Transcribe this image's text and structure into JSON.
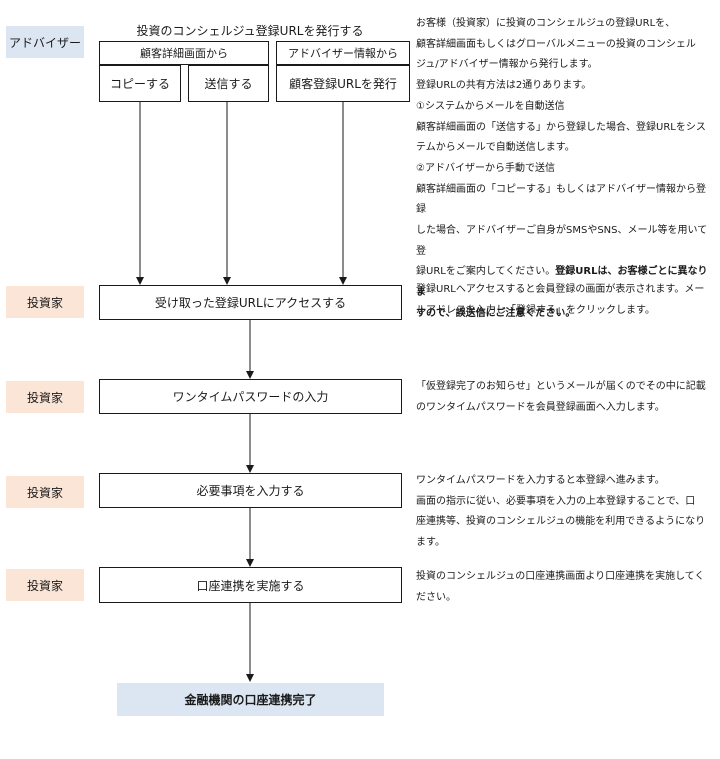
{
  "roles": {
    "advisor": "アドバイザー",
    "investor": "投資家"
  },
  "top_title": "投資のコンシェルジュ登録URLを発行する",
  "issue": {
    "from_customer_detail": "顧客詳細画面から",
    "from_advisor_info": "アドバイザー情報から",
    "copy": "コピーする",
    "send": "送信する",
    "issue_customer_url": "顧客登録URLを発行"
  },
  "steps": {
    "access": "受け取った登録URLにアクセスする",
    "otp": "ワンタイムパスワードの入力",
    "required": "必要事項を入力する",
    "link": "口座連携を実施する",
    "complete": "金融機関の口座連携完了"
  },
  "notes": {
    "advisor": [
      "お客様（投資家）に投資のコンシェルジュの登録URLを、",
      "顧客詳細画面もしくはグローバルメニューの投資のコンシェル",
      "ジュ/アドバイザー情報から発行します。",
      "登録URLの共有方法は2通りあります。",
      "①システムからメールを自動送信",
      "顧客詳細画面の「送信する」から登録した場合、登録URLをシス",
      "テムからメールで自動送信します。",
      "②アドバイザーから手動で送信",
      "顧客詳細画面の「コピーする」もしくはアドバイザー情報から登録",
      "した場合、アドバイザーご自身がSMSやSNS、メール等を用いて登"
    ],
    "advisor_tail_plain": "録URLをご案内してください。",
    "advisor_tail_bold_1": "登録URLは、お客様ごとに異なりま",
    "advisor_tail_bold_2": "すので、誤送信にご注意ください。",
    "access": [
      "登録URLへアクセスすると会員登録の画面が表示されます。メー",
      "ルアドレスを入力し「登録する」をクリックします。"
    ],
    "otp": [
      "「仮登録完了のお知らせ」というメールが届くのでその中に記載",
      "のワンタイムパスワードを会員登録画面へ入力します。"
    ],
    "required": [
      "ワンタイムパスワードを入力すると本登録へ進みます。",
      "画面の指示に従い、必要事項を入力の上本登録することで、口",
      "座連携等、投資のコンシェルジュの機能を利用できるようになり",
      "ます。"
    ],
    "link": [
      "投資のコンシェルジュの口座連携画面より口座連携を実施してく",
      "ださい。"
    ]
  }
}
